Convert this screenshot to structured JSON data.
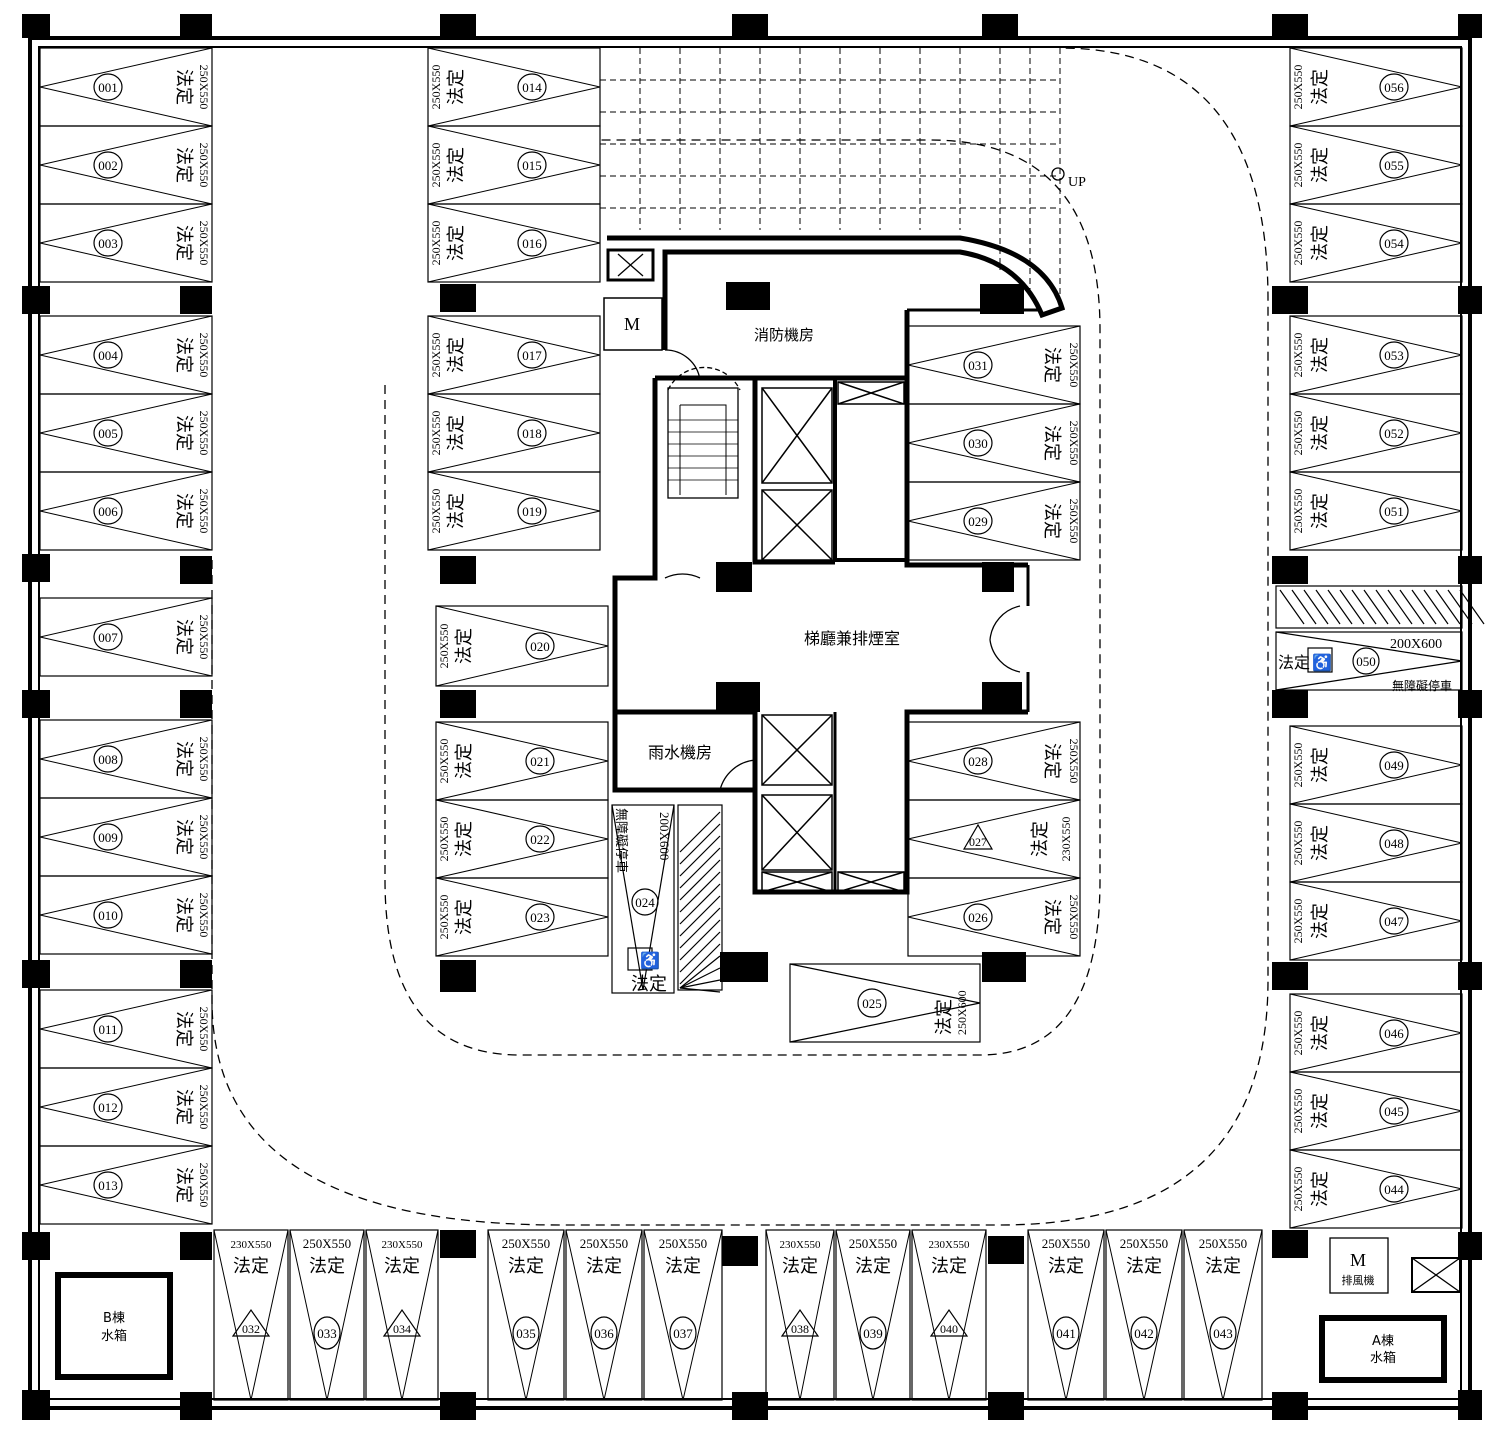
{
  "rooms": {
    "fire_pump": "消防機房",
    "lobby": "梯廳兼排煙室",
    "rain": "雨水機房",
    "tank_b": [
      "B棟",
      "水箱"
    ],
    "tank_a": [
      "A棟",
      "水箱"
    ],
    "motor_top": "M",
    "motor_bottom": "M",
    "exhaust": "排風機",
    "ramp_up": "UP"
  },
  "labels": {
    "legal": "法定",
    "std": "250X550",
    "compact": "230X550",
    "compact_v": "230X550",
    "big": "200X600",
    "big_v": "250X600",
    "accessible": "無障礙停車"
  },
  "parking": {
    "left": [
      {
        "id": "001",
        "size": "250X550"
      },
      {
        "id": "002",
        "size": "250X550"
      },
      {
        "id": "003",
        "size": "250X550"
      },
      {
        "id": "004",
        "size": "250X550"
      },
      {
        "id": "005",
        "size": "250X550"
      },
      {
        "id": "006",
        "size": "250X550"
      },
      {
        "id": "007",
        "size": "250X550"
      },
      {
        "id": "008",
        "size": "250X550"
      },
      {
        "id": "009",
        "size": "250X550"
      },
      {
        "id": "010",
        "size": "250X550"
      },
      {
        "id": "011",
        "size": "250X550"
      },
      {
        "id": "012",
        "size": "250X550"
      },
      {
        "id": "013",
        "size": "250X550"
      }
    ],
    "center_left": [
      {
        "id": "014",
        "size": "250X550"
      },
      {
        "id": "015",
        "size": "250X550"
      },
      {
        "id": "016",
        "size": "250X550"
      },
      {
        "id": "017",
        "size": "250X550"
      },
      {
        "id": "018",
        "size": "250X550"
      },
      {
        "id": "019",
        "size": "250X550"
      },
      {
        "id": "020",
        "size": "250X550"
      },
      {
        "id": "021",
        "size": "250X550"
      },
      {
        "id": "022",
        "size": "250X550"
      },
      {
        "id": "023",
        "size": "250X550"
      }
    ],
    "center_right": [
      {
        "id": "031",
        "size": "250X550"
      },
      {
        "id": "030",
        "size": "250X550"
      },
      {
        "id": "029",
        "size": "250X550"
      },
      {
        "id": "028",
        "size": "250X550"
      },
      {
        "id": "027",
        "size": "230X550"
      },
      {
        "id": "026",
        "size": "250X550"
      }
    ],
    "right": [
      {
        "id": "056",
        "size": "250X550"
      },
      {
        "id": "055",
        "size": "250X550"
      },
      {
        "id": "054",
        "size": "250X550"
      },
      {
        "id": "053",
        "size": "250X550"
      },
      {
        "id": "052",
        "size": "250X550"
      },
      {
        "id": "051",
        "size": "250X550"
      },
      {
        "id": "049",
        "size": "250X550"
      },
      {
        "id": "048",
        "size": "250X550"
      },
      {
        "id": "047",
        "size": "250X550"
      },
      {
        "id": "046",
        "size": "250X550"
      },
      {
        "id": "045",
        "size": "250X550"
      },
      {
        "id": "044",
        "size": "250X550"
      }
    ],
    "bottom": [
      {
        "id": "032",
        "size": "230X550"
      },
      {
        "id": "033",
        "size": "250X550"
      },
      {
        "id": "034",
        "size": "230X550"
      },
      {
        "id": "035",
        "size": "250X550"
      },
      {
        "id": "036",
        "size": "250X550"
      },
      {
        "id": "037",
        "size": "250X550"
      },
      {
        "id": "038",
        "size": "230X550"
      },
      {
        "id": "039",
        "size": "250X550"
      },
      {
        "id": "040",
        "size": "230X550"
      },
      {
        "id": "041",
        "size": "250X550"
      },
      {
        "id": "042",
        "size": "250X550"
      },
      {
        "id": "043",
        "size": "250X550"
      }
    ],
    "special": {
      "s024": "024",
      "s025": "025",
      "s050": "050"
    }
  }
}
